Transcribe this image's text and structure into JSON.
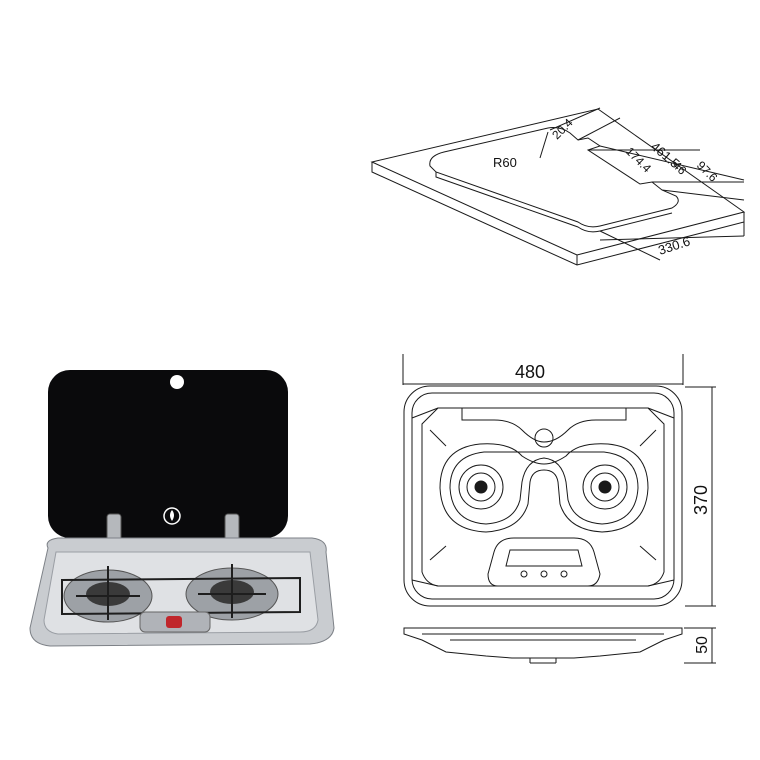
{
  "cutout_drawing": {
    "radius_label": "R60",
    "dim_a": "20.4",
    "dim_b": "461.5",
    "dim_c": "174.4",
    "dim_d": "46",
    "dim_e": "97.6",
    "dim_f": "330.6"
  },
  "plan_drawing": {
    "width_label": "480",
    "depth_label": "370"
  },
  "side_drawing": {
    "height_label": "50"
  },
  "colors": {
    "line": "#1a1a1a",
    "glass_lid": "#0a0a0c",
    "steel": "#c9ccd0",
    "steel_dark": "#8b8f95",
    "burner": "#3a3a3a",
    "knob_red": "#c0262b"
  },
  "icons": {
    "lid_logo": "flame-logo-icon"
  }
}
